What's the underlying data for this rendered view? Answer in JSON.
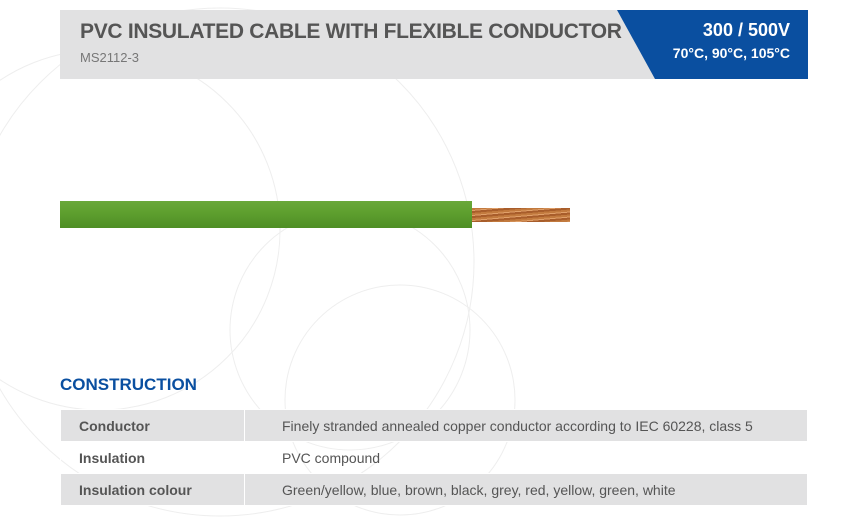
{
  "header": {
    "title": "PVC INSULATED CABLE WITH FLEXIBLE CONDUCTOR",
    "standard": "MS2112-3",
    "voltage": "300 / 500V",
    "temperatures": "70°C, 90°C, 105°C"
  },
  "colors": {
    "accent": "#0a4fa0",
    "band": "#e1e1e2",
    "insulation": "#5fa02f",
    "conductor": "#c27a3e"
  },
  "construction": {
    "heading": "CONSTRUCTION",
    "rows": [
      {
        "label": "Conductor",
        "value": "Finely stranded annealed copper conductor according to IEC 60228,  class 5"
      },
      {
        "label": "Insulation",
        "value": "PVC compound"
      },
      {
        "label": "Insulation colour",
        "value": "Green/yellow, blue, brown, black, grey, red, yellow, green, white"
      }
    ]
  }
}
